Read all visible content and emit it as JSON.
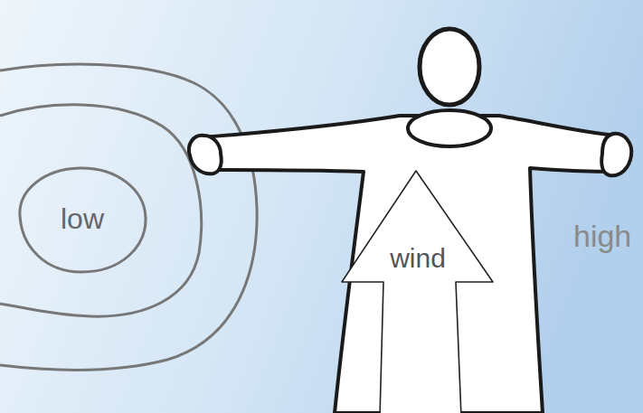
{
  "diagram": {
    "nodes": [
      {
        "text": [
          "low"
        ]
      },
      {
        "text": [
          "wind"
        ]
      }
    ],
    "labels": [
      "high"
    ]
  }
}
